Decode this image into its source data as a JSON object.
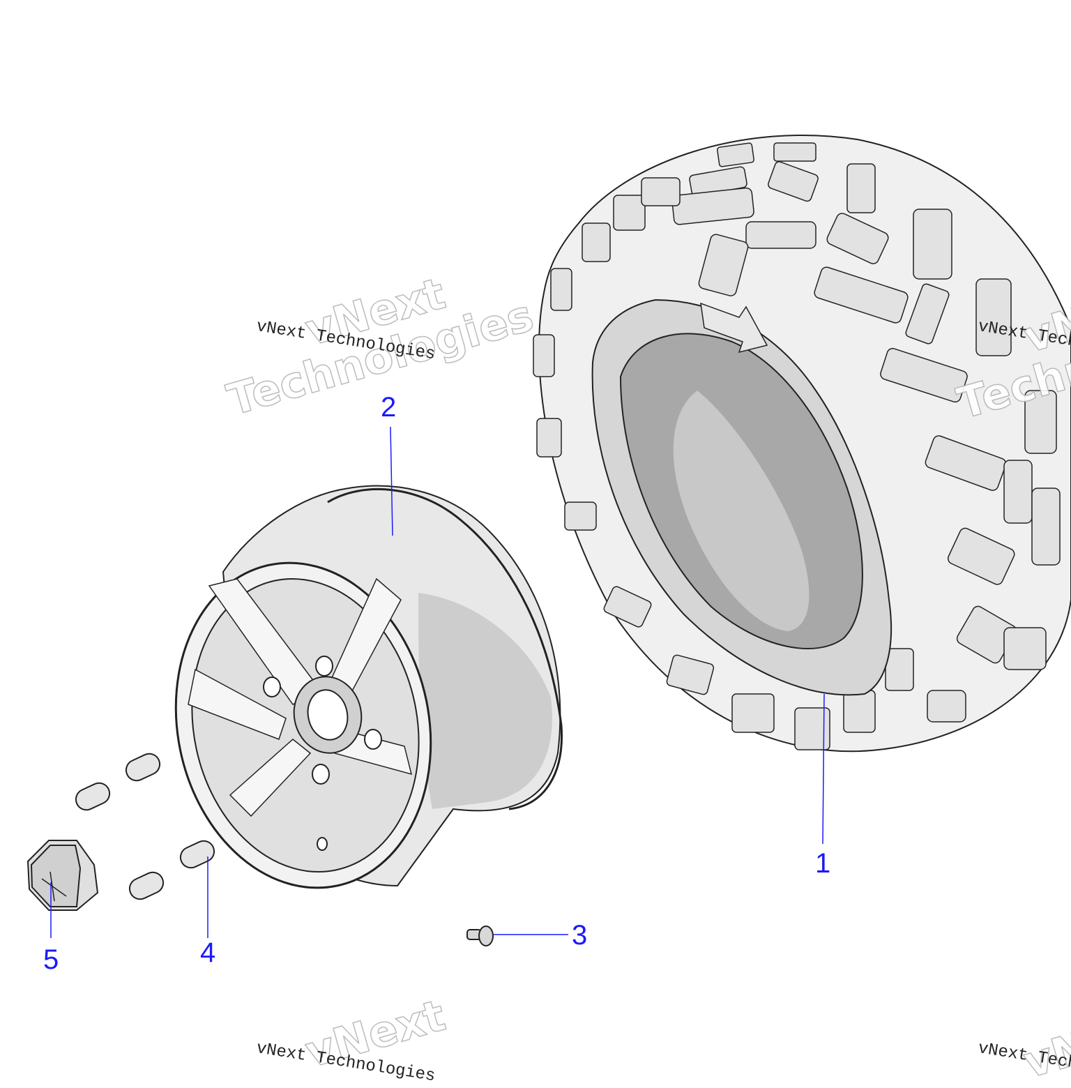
{
  "diagram": {
    "callouts": [
      {
        "id": "1",
        "label": "1",
        "part": "tire"
      },
      {
        "id": "2",
        "label": "2",
        "part": "wheel"
      },
      {
        "id": "3",
        "label": "3",
        "part": "valve stem"
      },
      {
        "id": "4",
        "label": "4",
        "part": "lug nut"
      },
      {
        "id": "5",
        "label": "5",
        "part": "hub cap"
      }
    ],
    "watermarks": {
      "line_small": "vNext Technologies",
      "line_big_1": "vNext",
      "line_big_2": "Technologies"
    },
    "colors": {
      "callout": "#1a1aff",
      "outline": "#222222",
      "fill_light": "#f0f0f0",
      "fill_mid": "#d6d6d6",
      "fill_dark": "#a8a8a8"
    }
  }
}
